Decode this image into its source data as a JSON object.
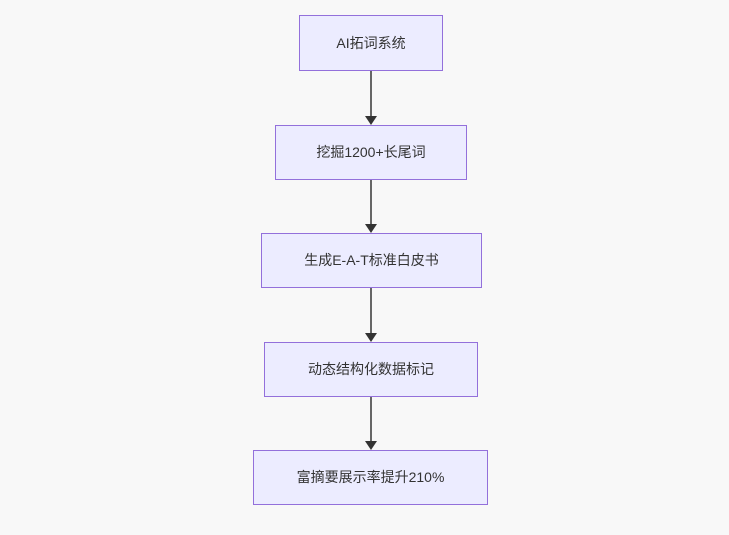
{
  "diagram": {
    "type": "flowchart",
    "direction": "top-down",
    "nodes": [
      {
        "label": "AI拓词系统"
      },
      {
        "label": "挖掘1200+长尾词"
      },
      {
        "label": "生成E-A-T标准白皮书"
      },
      {
        "label": "动态结构化数据标记"
      },
      {
        "label": "富摘要展示率提升210%"
      }
    ],
    "edges": [
      {
        "from": 0,
        "to": 1
      },
      {
        "from": 1,
        "to": 2
      },
      {
        "from": 2,
        "to": 3
      },
      {
        "from": 3,
        "to": 4
      }
    ],
    "colors": {
      "background": "#f8f8f8",
      "node_fill": "#ECECFF",
      "node_border": "#9370DB",
      "edge_line": "#666666",
      "arrowhead": "#333333",
      "text": "#333333"
    }
  }
}
